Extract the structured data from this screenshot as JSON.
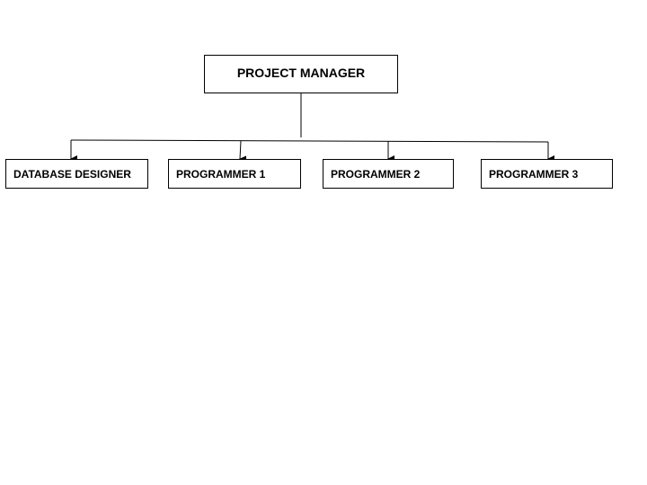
{
  "org_chart": {
    "root": {
      "label": "PROJECT MANAGER"
    },
    "children": [
      {
        "label": "DATABASE DESIGNER"
      },
      {
        "label": "PROGRAMMER 1"
      },
      {
        "label": "PROGRAMMER 2"
      },
      {
        "label": "PROGRAMMER 3"
      }
    ]
  },
  "colors": {
    "line": "#000000",
    "box_border": "#000000",
    "background": "#ffffff"
  }
}
